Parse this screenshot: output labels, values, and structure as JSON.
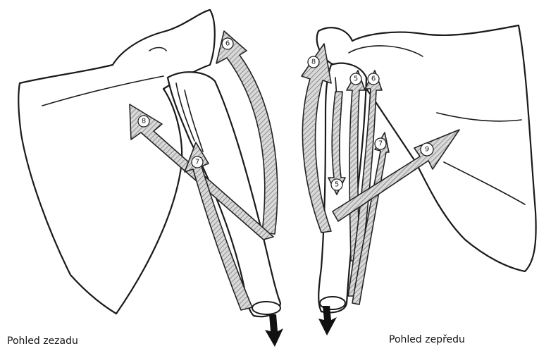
{
  "captions": {
    "back": "Pohled zezadu",
    "front": "Pohled zepředu"
  },
  "arrow_labels": [
    "6",
    "8",
    "7",
    "8",
    "5",
    "6",
    "5",
    "7",
    "9"
  ],
  "colors": {
    "outline": "#1a1a1a",
    "hatch_fill": "#d9d9d9",
    "hatch_line": "#7a7a7a"
  }
}
